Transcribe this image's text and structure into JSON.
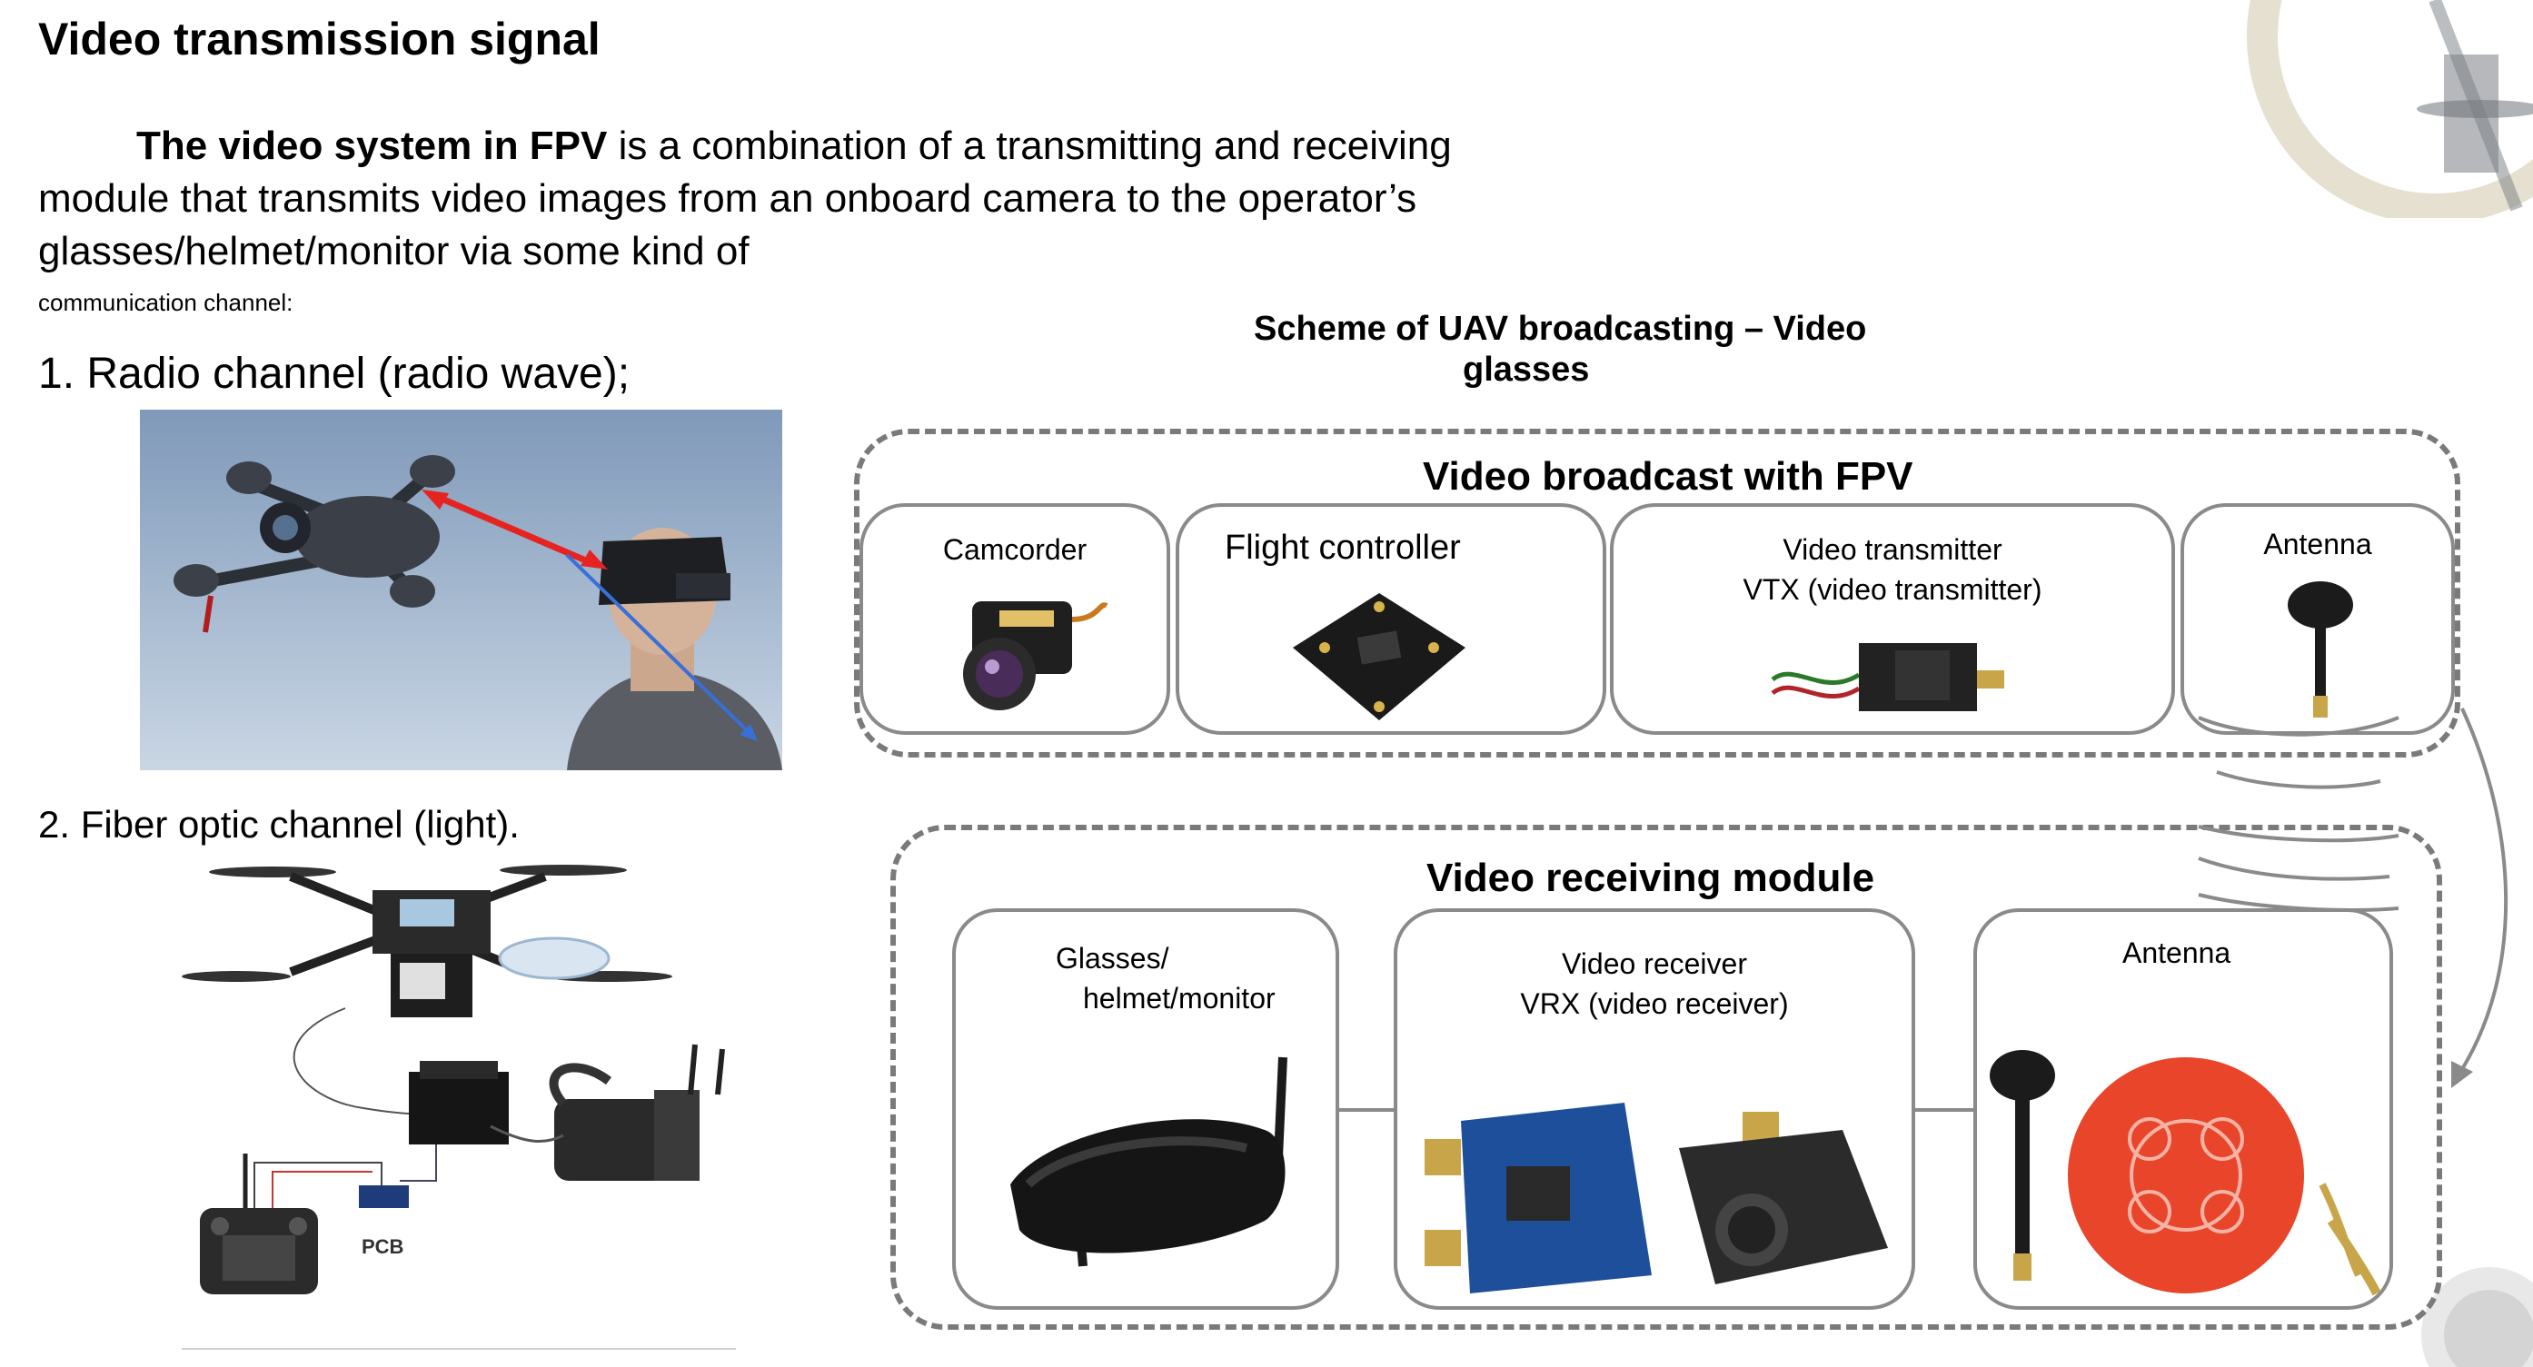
{
  "page": {
    "title": "Video transmission signal",
    "intro_bold": "The video system in FPV",
    "intro_rest_1": " is a combination of a transmitting and receiving",
    "intro_line_2": "module that transmits video images from an onboard camera to the operator’s",
    "intro_line_3": "glasses/helmet/monitor via some kind of",
    "intro_small": "communication channel:",
    "item_1": "1. Radio channel (radio wave);",
    "item_2": "2. Fiber optic channel (light).",
    "fiber_photo_label": "PCB"
  },
  "scheme": {
    "title_line_1": "Scheme of UAV broadcasting – Video",
    "title_line_2": "glasses",
    "transmit_group": {
      "title": "Video broadcast with FPV",
      "camcorder": "Camcorder",
      "flight_controller": "Flight controller",
      "vtx_line_1": "Video transmitter",
      "vtx_line_2": "VTX (video transmitter)",
      "antenna": "Antenna"
    },
    "receive_group": {
      "title": "Video receiving module",
      "glasses_line_1": "Glasses/",
      "glasses_line_2": "helmet/monitor",
      "vrx_line_1": "Video receiver",
      "vrx_line_2": "VRX (video receiver)",
      "antenna": "Antenna"
    }
  },
  "colors": {
    "dashed_border": "#7a7a7a",
    "card_border": "#8a8a8a",
    "red_arrow": "#e52421",
    "blue_arrow": "#3a6fd8",
    "patch_antenna": "#e8452a"
  }
}
